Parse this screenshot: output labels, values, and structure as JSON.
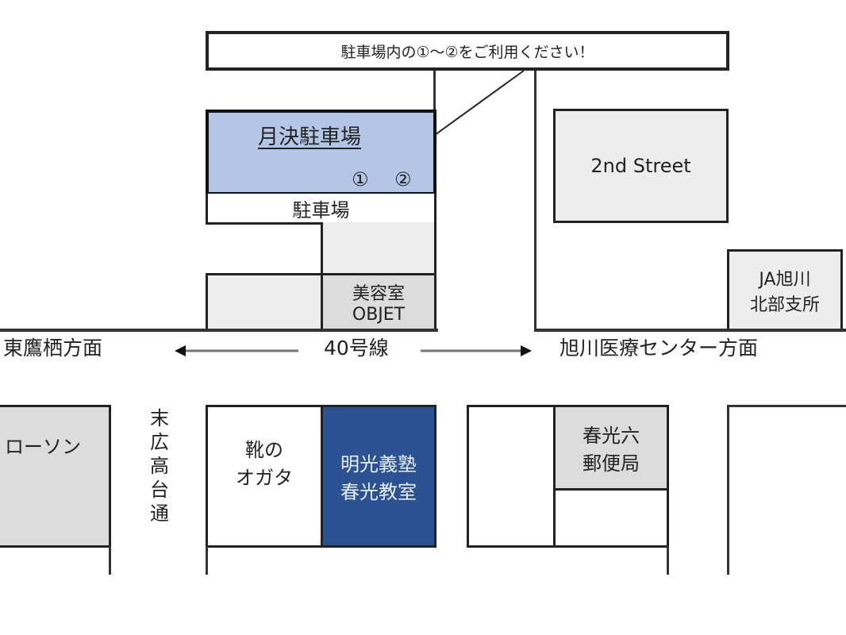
{
  "notice": {
    "text": "駐車場内の①～②をご利用ください！"
  },
  "parking": {
    "monthly_title": "月決駐車場",
    "spot_1": "①",
    "spot_2": "②",
    "lot_label": "駐車場"
  },
  "buildings": {
    "salon_line1": "美容室",
    "salon_line2": "OBJET",
    "second_street": "2nd Street",
    "ja_line1": "JA旭川",
    "ja_line2": "北部支所",
    "lawson": "ローソン",
    "shoe_line1": "靴の",
    "shoe_line2": "オガタ",
    "meiko_line1": "明光義塾",
    "meiko_line2": "春光教室",
    "post_line1": "春光六",
    "post_line2": "郵便局"
  },
  "roads": {
    "west_direction": "東鷹栖方面",
    "route_name": "40号線",
    "east_direction": "旭川医療センター方面",
    "cross_street_chars": [
      "末",
      "広",
      "高",
      "台",
      "通"
    ]
  },
  "colors": {
    "meiko_blue": "#2b5394",
    "parking_blue": "#b3c6e6",
    "building_grey": "#dcdcdc",
    "light_grey": "#ededed"
  }
}
